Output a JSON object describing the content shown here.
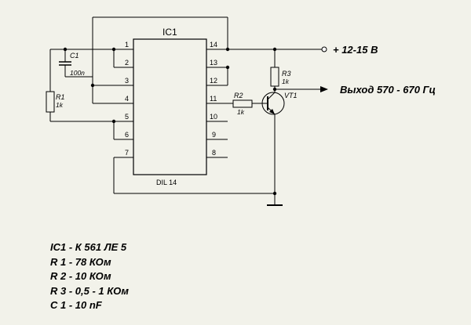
{
  "colors": {
    "background": "#f2f2ea",
    "ink": "#000000"
  },
  "ic": {
    "name": "IC1",
    "package": "DIL 14"
  },
  "pins": {
    "p1": "1",
    "p2": "2",
    "p3": "3",
    "p4": "4",
    "p5": "5",
    "p6": "6",
    "p7": "7",
    "p8": "8",
    "p9": "9",
    "p10": "10",
    "p11": "11",
    "p12": "12",
    "p13": "13",
    "p14": "14"
  },
  "components": {
    "c1": {
      "name": "C1",
      "value": "100n"
    },
    "r1": {
      "name": "R1",
      "value": "1k"
    },
    "r2": {
      "name": "R2",
      "value": "1k"
    },
    "r3": {
      "name": "R3",
      "value": "1k"
    },
    "vt1": {
      "name": "VT1"
    }
  },
  "supply_label": "+ 12-15 В",
  "output_label": "Выход 570 - 670 Гц",
  "legend": [
    "IC1 - К 561 ЛЕ 5",
    "R 1 - 78 КОм",
    "R 2 - 10 КОм",
    "R 3 - 0,5 - 1 КОм",
    "С 1 - 10 nF"
  ]
}
